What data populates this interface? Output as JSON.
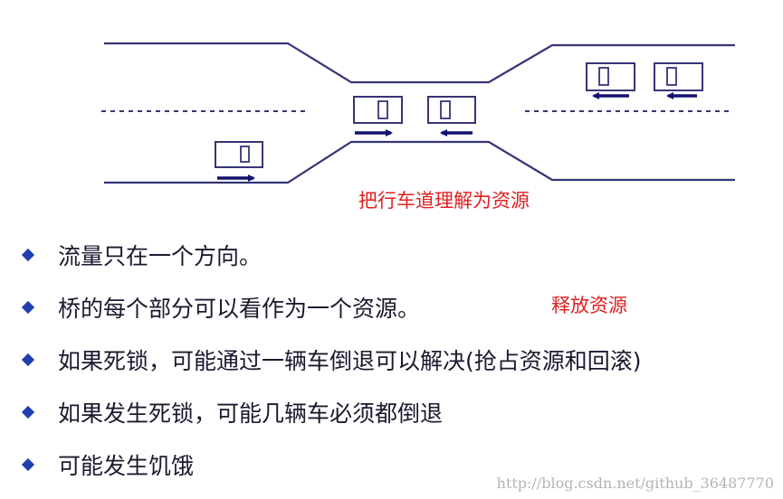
{
  "diagram": {
    "caption": "把行车道理解为资源",
    "road_color": "#353577",
    "arrow_color": "#12126e",
    "caption_color": "#e02020"
  },
  "bullets": {
    "items": [
      "流量只在一个方向。",
      "桥的每个部分可以看作为一个资源。",
      "如果死锁，可能通过一辆车倒退可以解决(抢占资源和回滚)",
      "如果发生死锁，可能几辆车必须都倒退",
      "可能发生饥饿"
    ],
    "bullet_color": "#1f3fb0"
  },
  "annotation": {
    "text": "释放资源"
  },
  "watermark": {
    "text": "http://blog.csdn.net/github_36487770"
  }
}
